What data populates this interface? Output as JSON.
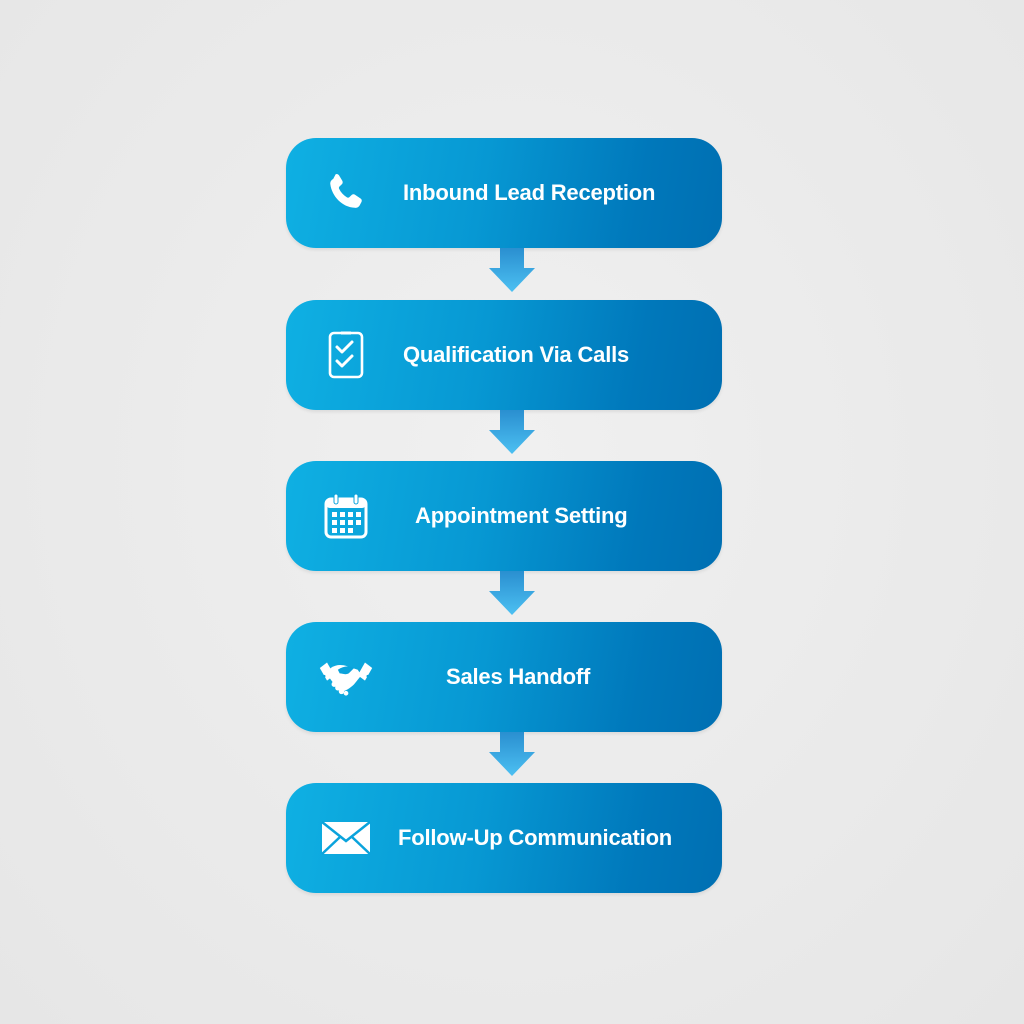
{
  "diagram": {
    "type": "vertical-process-flow",
    "colors": {
      "background": "#ebebeb",
      "box_gradient_start": "#0fb0e3",
      "box_gradient_end": "#006fb2",
      "arrow_top": "#2a8fd0",
      "arrow_bottom": "#49bdf0",
      "text": "#ffffff"
    },
    "steps": [
      {
        "label": "Inbound Lead Reception",
        "icon": "phone-icon"
      },
      {
        "label": "Qualification Via Calls",
        "icon": "clipboard-check-icon"
      },
      {
        "label": "Appointment Setting",
        "icon": "calendar-icon"
      },
      {
        "label": "Sales Handoff",
        "icon": "handshake-icon"
      },
      {
        "label": "Follow-Up Communication",
        "icon": "envelope-icon"
      }
    ],
    "connectors": [
      {
        "from": 0,
        "to": 1,
        "icon": "arrow-down-icon"
      },
      {
        "from": 1,
        "to": 2,
        "icon": "arrow-down-icon"
      },
      {
        "from": 2,
        "to": 3,
        "icon": "arrow-down-icon"
      },
      {
        "from": 3,
        "to": 4,
        "icon": "arrow-down-icon"
      }
    ]
  }
}
